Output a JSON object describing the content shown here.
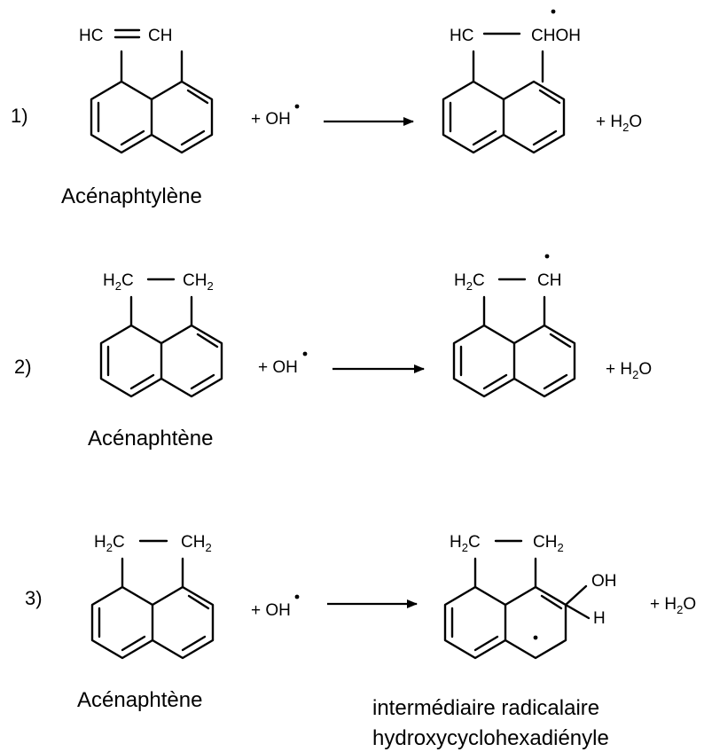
{
  "reactions": [
    {
      "number": "1)",
      "reactant_sub": [
        "HC",
        "CH"
      ],
      "reactant_name": "Acénaphtylène",
      "reagent": "+ OH",
      "product_sub": [
        "HC",
        "CHOH"
      ],
      "byproduct": {
        "main": "+ H",
        "sub": "2",
        "tail": "O"
      }
    },
    {
      "number": "2)",
      "reactant_sub": [
        {
          "main": "H",
          "sub": "2",
          "tail": "C"
        },
        {
          "main": "CH",
          "sub": "2",
          "tail": ""
        }
      ],
      "reactant_name": "Acénaphtène",
      "reagent": "+ OH",
      "product_sub": [
        {
          "main": "H",
          "sub": "2",
          "tail": "C"
        },
        {
          "main": "CH",
          "sub": "",
          "tail": ""
        }
      ],
      "byproduct": {
        "main": "+ H",
        "sub": "2",
        "tail": "O"
      }
    },
    {
      "number": "3)",
      "reactant_sub": [
        {
          "main": "H",
          "sub": "2",
          "tail": "C"
        },
        {
          "main": "CH",
          "sub": "2",
          "tail": ""
        }
      ],
      "reactant_name": "Acénaphtène",
      "reagent": "+ OH",
      "product_sub": [
        {
          "main": "H",
          "sub": "2",
          "tail": "C"
        },
        {
          "main": "CH",
          "sub": "2",
          "tail": ""
        }
      ],
      "product_groups": [
        "OH",
        "H"
      ],
      "byproduct": {
        "main": "+ H",
        "sub": "2",
        "tail": "O"
      },
      "product_name_lines": [
        "intermédiaire radicalaire",
        "hydroxycyclohexadiényle"
      ]
    }
  ]
}
